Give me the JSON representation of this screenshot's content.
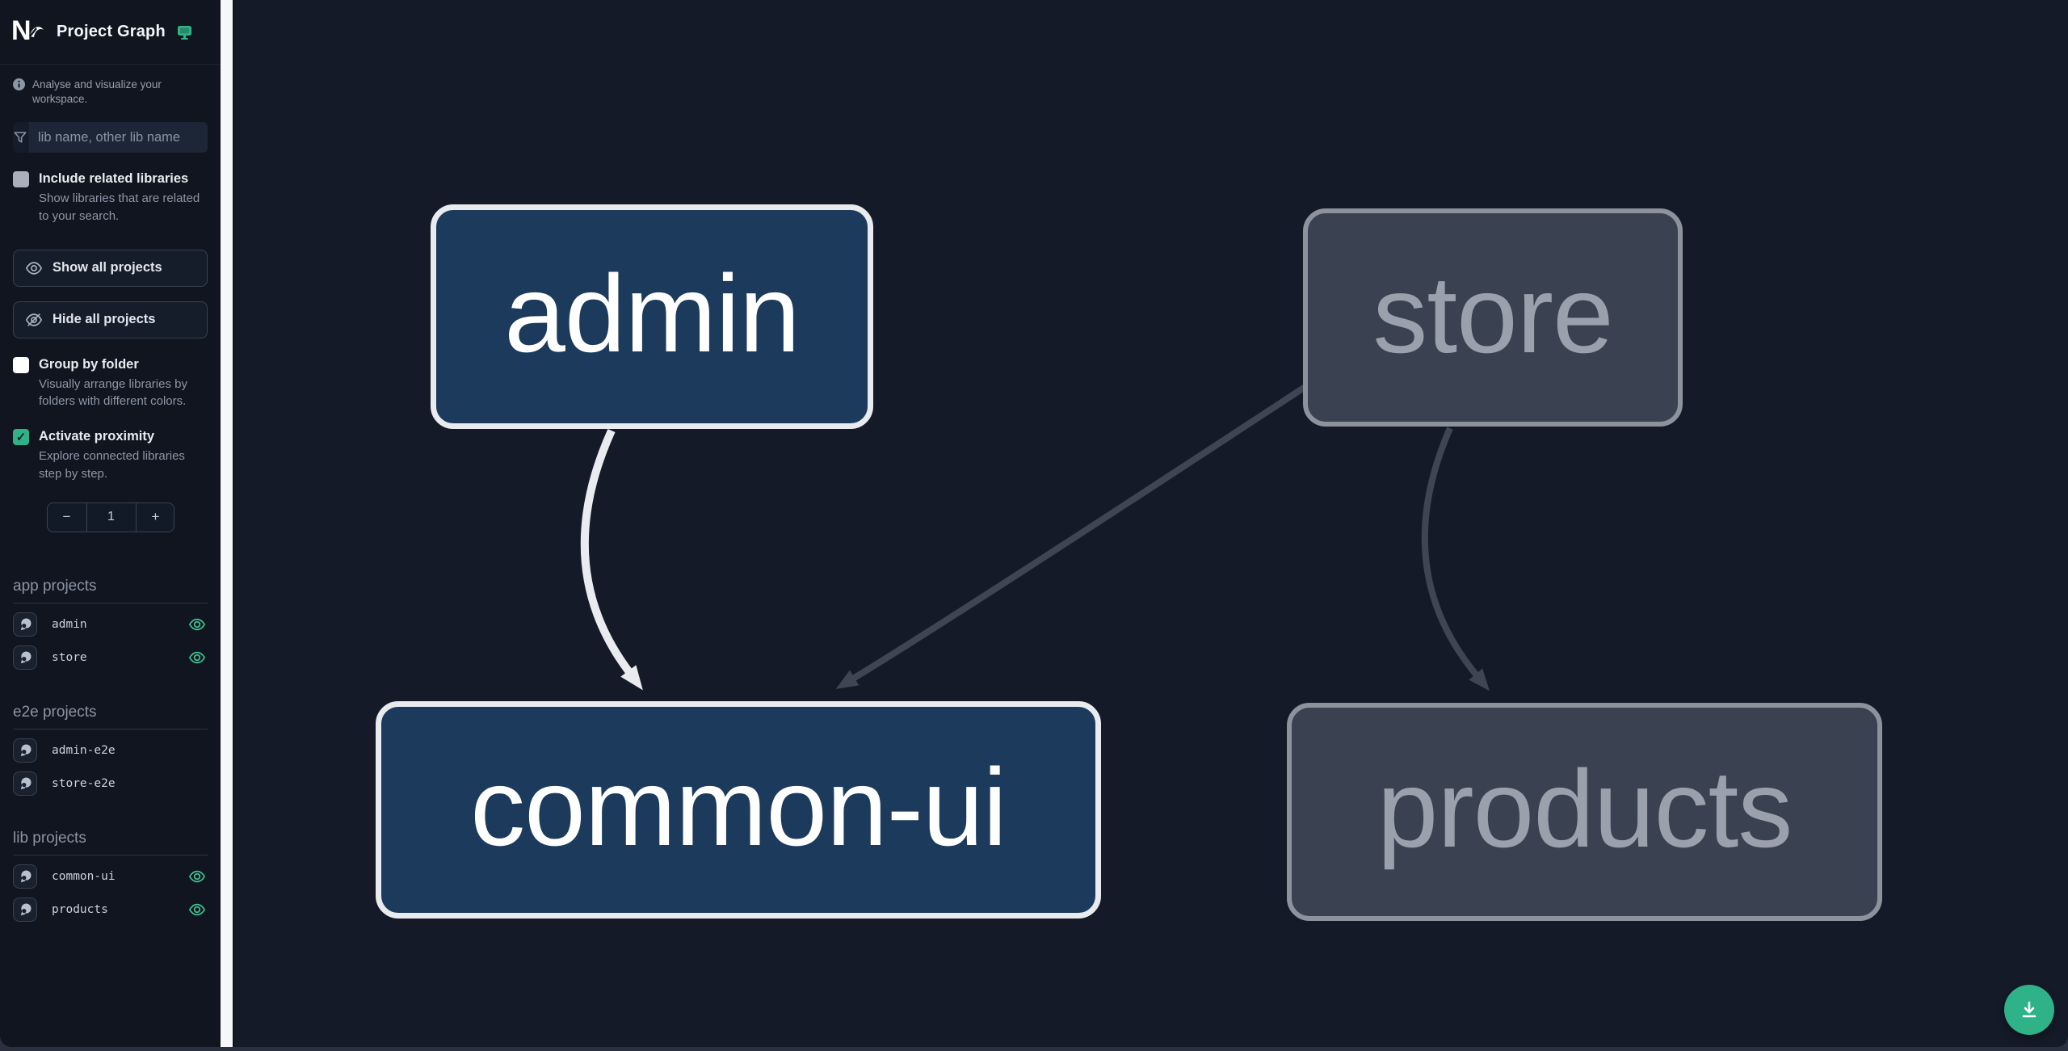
{
  "header": {
    "title": "Project Graph"
  },
  "sidebar": {
    "tagline": "Analyse and visualize your workspace.",
    "search": {
      "placeholder": "lib name, other lib name",
      "value": ""
    },
    "checkboxes": [
      {
        "label": "Include related libraries",
        "description": "Show libraries that are related to your search.",
        "checked": false
      },
      {
        "label": "Group by folder",
        "description": "Visually arrange libraries by folders with different colors.",
        "checked": false
      },
      {
        "label": "Activate proximity",
        "description": "Explore connected libraries step by step.",
        "checked": true
      }
    ],
    "buttons": [
      {
        "label": "Show all projects"
      },
      {
        "label": "Hide all projects"
      }
    ],
    "stepper": {
      "decrease": "−",
      "value": "1",
      "increase": "+"
    },
    "sections": [
      {
        "title": "app projects",
        "items": [
          {
            "name": "admin",
            "eye_visible": true
          },
          {
            "name": "store",
            "eye_visible": true
          }
        ]
      },
      {
        "title": "e2e projects",
        "items": [
          {
            "name": "admin-e2e",
            "eye_visible": false
          },
          {
            "name": "store-e2e",
            "eye_visible": false
          }
        ]
      },
      {
        "title": "lib projects",
        "items": [
          {
            "name": "common-ui",
            "eye_visible": true
          },
          {
            "name": "products",
            "eye_visible": true
          }
        ]
      }
    ]
  },
  "graph": {
    "nodes": [
      {
        "id": "admin",
        "label": "admin",
        "type": "app",
        "state": "highlighted"
      },
      {
        "id": "store",
        "label": "store",
        "type": "app",
        "state": "muted"
      },
      {
        "id": "common-ui",
        "label": "common-ui",
        "type": "lib",
        "state": "highlighted"
      },
      {
        "id": "products",
        "label": "products",
        "type": "lib",
        "state": "muted"
      }
    ],
    "edges": [
      {
        "source": "admin",
        "target": "common-ui",
        "state": "highlighted"
      },
      {
        "source": "store",
        "target": "common-ui",
        "state": "muted"
      },
      {
        "source": "store",
        "target": "products",
        "state": "muted"
      }
    ]
  },
  "fab": {
    "icon": "download-icon"
  },
  "colors": {
    "accent_green": "#2fb287",
    "eye_green": "#3ec28f",
    "sidebar_bg": "#10151f",
    "canvas_bg": "#151a28",
    "node_highlight_fill": "#1c3a5c",
    "node_highlight_border": "#e9ebee",
    "node_muted_fill": "#3a4150",
    "node_muted_border": "#8d939c",
    "edge_highlight": "#e9ebee",
    "edge_muted": "#3e4654"
  }
}
